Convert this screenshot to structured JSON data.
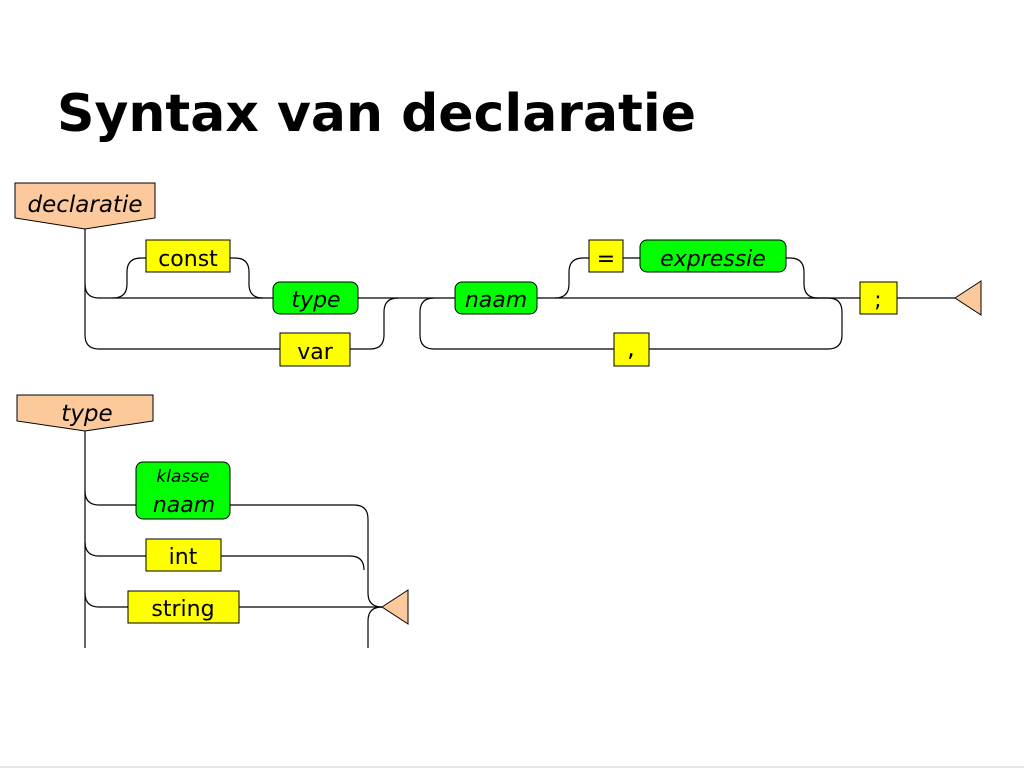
{
  "slide": {
    "title": "Syntax van declaratie"
  },
  "colors": {
    "rule_fill": "#fbc99b",
    "keyword_fill": "#ffff00",
    "nonterminal_fill": "#00ff00",
    "line": "#000000"
  },
  "declaratie_rule": {
    "name": "declaratie",
    "const": "const",
    "var": "var",
    "type": "type",
    "naam": "naam",
    "equals": "=",
    "expressie": "expressie",
    "comma": ",",
    "semicolon": ";"
  },
  "type_rule": {
    "name": "type",
    "klasse": "klasse",
    "klasse_naam": "naam",
    "int": "int",
    "string": "string"
  }
}
